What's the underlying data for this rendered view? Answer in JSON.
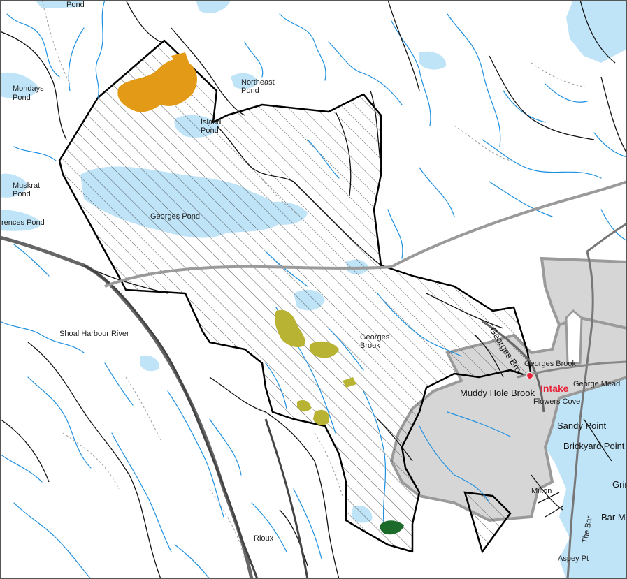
{
  "map": {
    "colors": {
      "water": "#bfe3f7",
      "stream": "#1e90e0",
      "road": "#111111",
      "trail": "#9a9a9a",
      "highway": "#555555",
      "protected_area": "#d6d6d6",
      "watershed_outline": "#000000",
      "intake_marker": "#e8243a",
      "orange_patch": "#e39a17",
      "olive_patch": "#b9b334",
      "green_patch": "#1d6b2a"
    },
    "labels": {
      "pond_top": "Pond",
      "mondays_pond": [
        "Mondays",
        "Pond"
      ],
      "northeast_pond": [
        "Northeast",
        "Pond"
      ],
      "island_pond": [
        "Island",
        "Pond"
      ],
      "muskrat_pond": [
        "Muskrat",
        "Pond"
      ],
      "frences_pond": "rences Pond",
      "georges_pond": "Georges Pond",
      "shoal_harbour_river": "Shoal Harbour River",
      "georges_brook_mid": [
        "Georges",
        "Brook"
      ],
      "georges_brook_diag": "Georges Bro",
      "georges_brook_town": "Georges Brook",
      "intake": "Intake",
      "george_mead": "George Mead",
      "muddy_hole_brook": "Muddy Hole Brook",
      "flowers_cove": "Flowers Cove",
      "sandy_point": "Sandy Point",
      "brickyard_point": "Brickyard Point",
      "grin": "Grin",
      "milton": "Milton",
      "bar_m": "Bar M",
      "the_bar": "The Bar",
      "rioux": "Rioux",
      "aspey_pt": "Aspey Pt"
    }
  }
}
